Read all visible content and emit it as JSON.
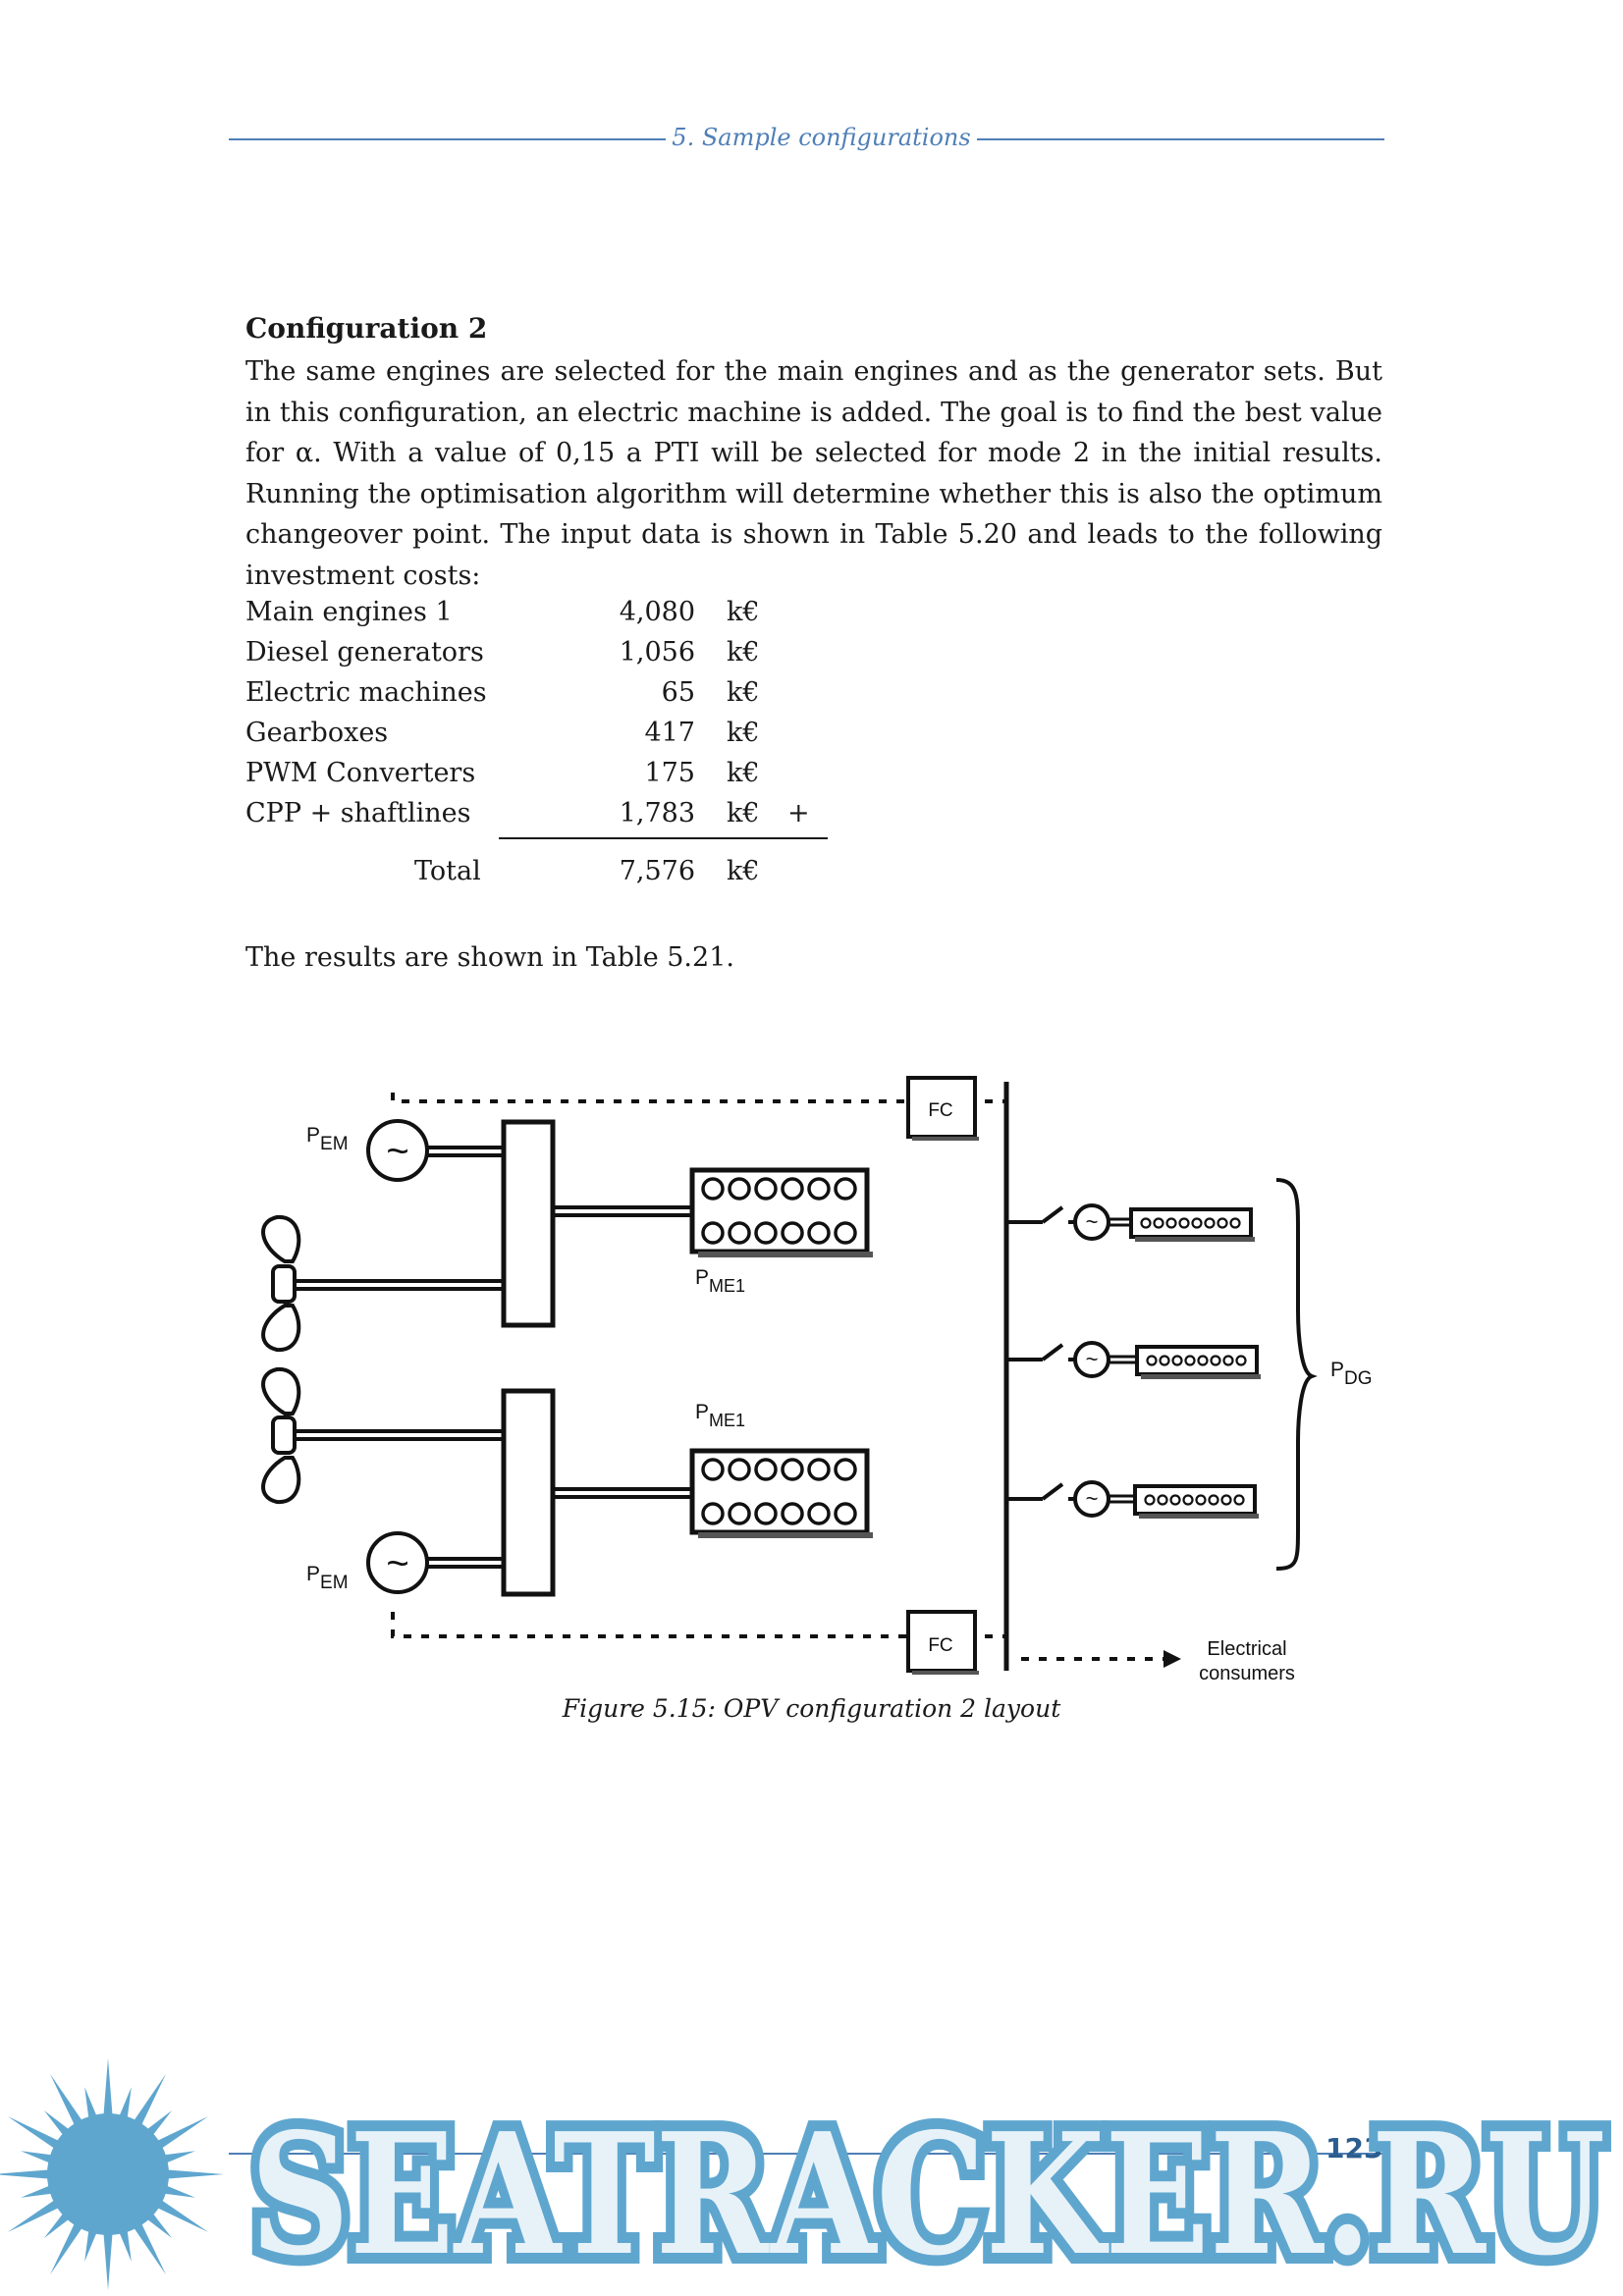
{
  "header": {
    "title": "5. Sample configurations"
  },
  "section": {
    "heading": "Configuration 2",
    "paragraph": "The same engines are selected for the main engines and as the generator sets. But in this configuration, an electric machine is added. The goal is to find the best value for α. With a value of 0,15 a PTI will be selected for mode 2 in the initial results. Running the optimisation algorithm will determine whether this is also the optimum changeover point. The input data is shown in Table 5.20 and leads to the following investment costs:"
  },
  "costs": {
    "items": [
      {
        "label": "Main engines 1",
        "value": "4,080",
        "unit": "k€"
      },
      {
        "label": "Diesel generators",
        "value": "1,056",
        "unit": "k€"
      },
      {
        "label": "Electric machines",
        "value": "65",
        "unit": "k€"
      },
      {
        "label": "Gearboxes",
        "value": "417",
        "unit": "k€"
      },
      {
        "label": "PWM Converters",
        "value": "175",
        "unit": "k€"
      },
      {
        "label": "CPP + shaftlines",
        "value": "1,783",
        "unit": "k€",
        "sign": "+"
      }
    ],
    "total": {
      "label": "Total",
      "value": "7,576",
      "unit": "k€"
    }
  },
  "results_text": "The results are shown in Table 5.21.",
  "diagram": {
    "fc_label": "FC",
    "pem_base": "P",
    "pem_sub": "EM",
    "pme_base": "P",
    "pme_sub": "ME1",
    "pdg_base": "P",
    "pdg_sub": "DG",
    "gen_symbol": "~",
    "consumers_line1": "Electrical",
    "consumers_line2": "consumers"
  },
  "figure_caption": "Figure 5.15: OPV configuration 2 layout",
  "footer": {
    "page_number": "123"
  },
  "watermark": {
    "text": "SEATRACKER.RU",
    "color": "#5fa6cf"
  }
}
